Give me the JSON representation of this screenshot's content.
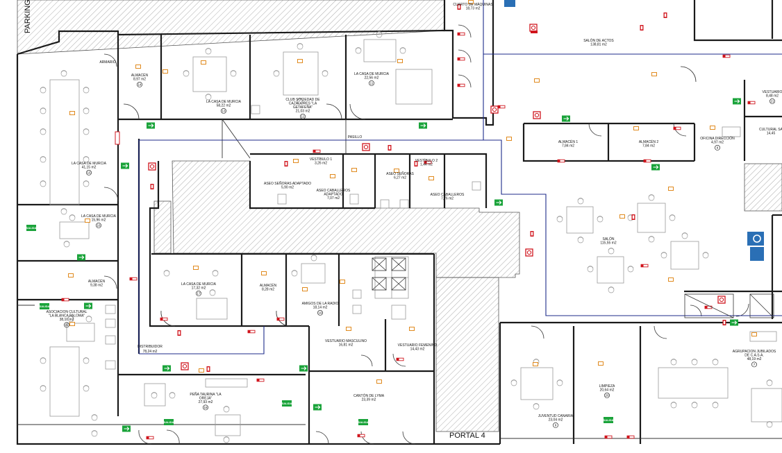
{
  "labels": {
    "parking": "PARKING",
    "portal": "PORTAL 4",
    "exit_sign": "SALIDA",
    "pasillo": "PASILLO",
    "armario": "ARMARIO",
    "distribuidor_name": "DISTRIBUIDOR",
    "distribuidor_area": "78,24 m2"
  },
  "rooms": [
    {
      "id": "cuarto-maquinas",
      "name": "CUARTO DE MÁQUINAS",
      "area": "18,73 m2",
      "num": ""
    },
    {
      "id": "salon-actos",
      "name": "SALÓN DE ACTOS",
      "area": "138,81 m2",
      "num": ""
    },
    {
      "id": "almacen-14",
      "name": "ALMACÉN",
      "area": "8,97 m2",
      "num": "14"
    },
    {
      "id": "casa-murcia-13",
      "name": "LA CASA DE MURCIA",
      "area": "58,22 m2",
      "num": "13"
    },
    {
      "id": "club-cazadores",
      "name": "CLUB SOCIEDAD DE CAZADORES \"LA GETAFEÑA\"",
      "area": "21,03 m2",
      "num": "12"
    },
    {
      "id": "casa-murcia-11",
      "name": "LA CASA DE MURCIA",
      "area": "22,56 m2",
      "num": "11"
    },
    {
      "id": "vestuario-right",
      "name": "VESTUARIO",
      "area": "8,48 m2",
      "num": "21"
    },
    {
      "id": "cultural-sa",
      "name": "CULTURAL SA",
      "area": "14,45",
      "num": ""
    },
    {
      "id": "vestibulo-1",
      "name": "VESTÍBULO 1",
      "area": "3,26 m2",
      "num": ""
    },
    {
      "id": "vestibulo-2",
      "name": "VESTÍBULO 2",
      "area": "1,44 m2",
      "num": ""
    },
    {
      "id": "aseo-senoras-adaptado",
      "name": "ASEO SEÑORAS ADAPTADO",
      "area": "5,90 m2",
      "num": ""
    },
    {
      "id": "aseo-caballeros-adaptado",
      "name": "ASEO CABALLEROS ADAPTADO",
      "area": "7,07 m2",
      "num": ""
    },
    {
      "id": "aseo-senoras",
      "name": "ASEO SEÑORAS",
      "area": "6,27 m2",
      "num": ""
    },
    {
      "id": "aseo-caballeros",
      "name": "ASEO CABALLEROS",
      "area": "7,76 m2",
      "num": ""
    },
    {
      "id": "almacen-1",
      "name": "ALMACÉN 1",
      "area": "7,84 m2",
      "num": ""
    },
    {
      "id": "almacen-2",
      "name": "ALMACÉN 2",
      "area": "7,84 m2",
      "num": ""
    },
    {
      "id": "oficina-direccion",
      "name": "OFICINA DIRECCIÓN",
      "area": "4,97 m2",
      "num": "8"
    },
    {
      "id": "casa-murcia-15",
      "name": "LA CASA DE MURCIA",
      "area": "41,15 m2",
      "num": "15"
    },
    {
      "id": "casa-murcia-16",
      "name": "LA CASA DE MURCIA",
      "area": "15,96 m2",
      "num": "16"
    },
    {
      "id": "almacen-left",
      "name": "ALMACÉN",
      "area": "9,38 m2",
      "num": ""
    },
    {
      "id": "asociacion-blanca-paloma",
      "name": "ASOCIACION CULTURAL \"LA BLANCA PALOMA\"",
      "area": "38,10 m2",
      "num": "21"
    },
    {
      "id": "casa-murcia-17",
      "name": "LA CASA DE MURCIA",
      "area": "17,32 m2",
      "num": "17"
    },
    {
      "id": "almacen-mid",
      "name": "ALMACÉN",
      "area": "8,28 m2",
      "num": ""
    },
    {
      "id": "amigos-radio",
      "name": "AMIGOS DE LA RADIO",
      "area": "18,14 m2",
      "num": "19"
    },
    {
      "id": "salon",
      "name": "SALÓN",
      "area": "115,55 m2",
      "num": ""
    },
    {
      "id": "vestuario-masculino",
      "name": "VESTUARIO MASCULINO",
      "area": "16,81 m2",
      "num": ""
    },
    {
      "id": "vestuario-femenino",
      "name": "VESTUARIO FEMENINO",
      "area": "14,43 m2",
      "num": ""
    },
    {
      "id": "pena-taurina",
      "name": "PEÑA TAURINA \"LA OREJA\"",
      "area": "27,93 m2",
      "num": "18"
    },
    {
      "id": "canton-lyma",
      "name": "CANTÓN DE LYMA",
      "area": "23,39 m2",
      "num": ""
    },
    {
      "id": "juventud-canaria",
      "name": "JUVENTUD CANARIA",
      "area": "23,04 m2",
      "num": "9"
    },
    {
      "id": "limpieza",
      "name": "LIMPIEZA",
      "area": "20,64 m2",
      "num": "20"
    },
    {
      "id": "agrupacion-jubilados",
      "name": "AGRUPACION JUBILADOS DE C.A.S.A.",
      "area": "48,19 m2",
      "num": "7"
    }
  ],
  "colors": {
    "walls": "#1a1a1a",
    "evac_route": "#1c2a8a",
    "exit_green": "#1aa33a",
    "fire_red": "#d0141c",
    "detector_orange": "#e08a1e",
    "accessible_blue": "#2a6fb5"
  }
}
